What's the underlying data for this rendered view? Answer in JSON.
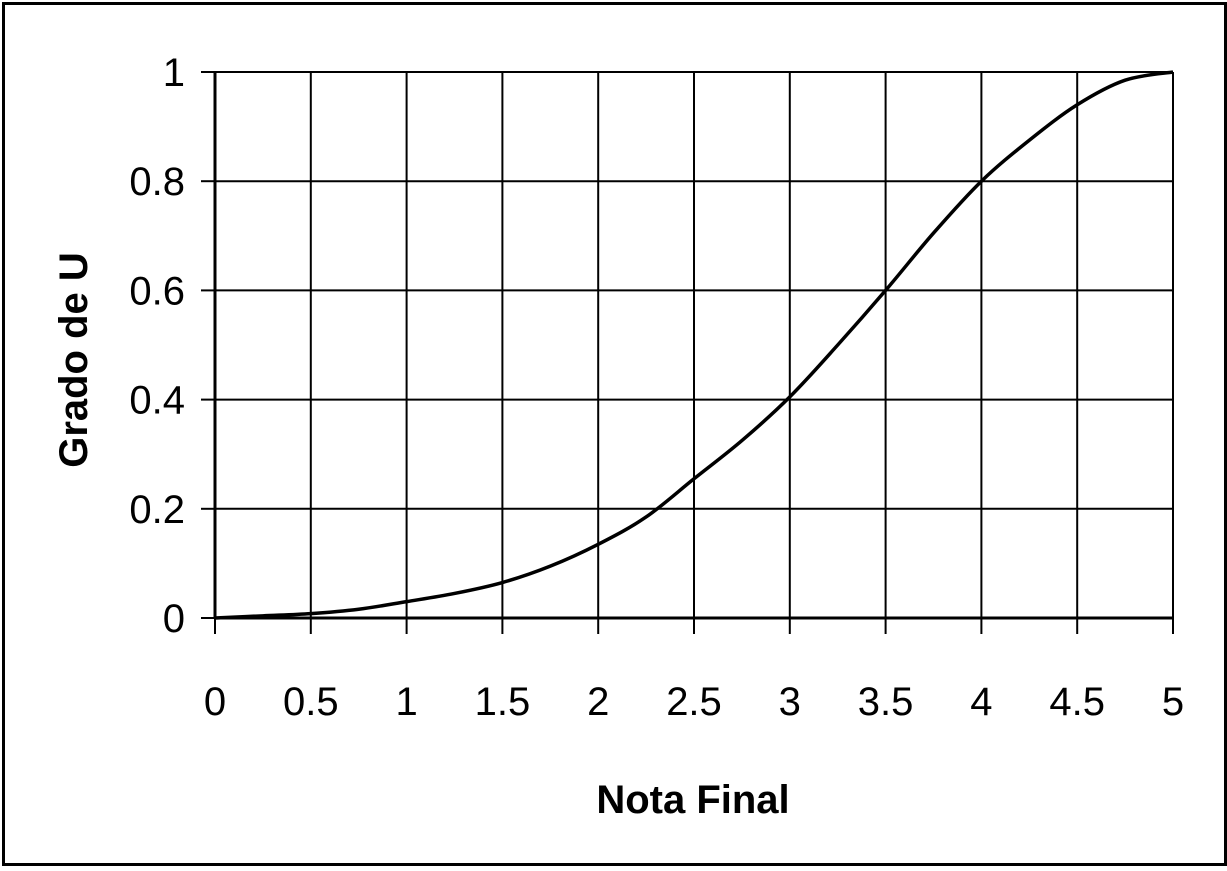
{
  "chart_data": {
    "type": "line",
    "title": "",
    "xlabel": "Nota Final",
    "ylabel": "Grado de U",
    "xlim": [
      0,
      5
    ],
    "ylim": [
      0,
      1
    ],
    "x_ticks": [
      0,
      0.5,
      1,
      1.5,
      2,
      2.5,
      3,
      3.5,
      4,
      4.5,
      5
    ],
    "x_tick_labels": [
      "0",
      "0.5",
      "1",
      "1.5",
      "2",
      "2.5",
      "3",
      "3.5",
      "4",
      "4.5",
      "5"
    ],
    "y_ticks": [
      0,
      0.2,
      0.4,
      0.6,
      0.8,
      1
    ],
    "y_tick_labels": [
      "0",
      "0.2",
      "0.4",
      "0.6",
      "0.8",
      "1"
    ],
    "grid": true,
    "legend": "none",
    "line_color": "#000000",
    "series": [
      {
        "x": [
          0,
          0.25,
          0.5,
          0.75,
          1,
          1.25,
          1.5,
          1.75,
          2,
          2.25,
          2.5,
          2.75,
          3,
          3.25,
          3.5,
          3.75,
          4,
          4.25,
          4.5,
          4.75,
          5
        ],
        "values": [
          0,
          0.004,
          0.008,
          0.016,
          0.03,
          0.045,
          0.065,
          0.095,
          0.135,
          0.185,
          0.255,
          0.325,
          0.405,
          0.5,
          0.6,
          0.705,
          0.8,
          0.875,
          0.94,
          0.985,
          1
        ]
      }
    ]
  }
}
